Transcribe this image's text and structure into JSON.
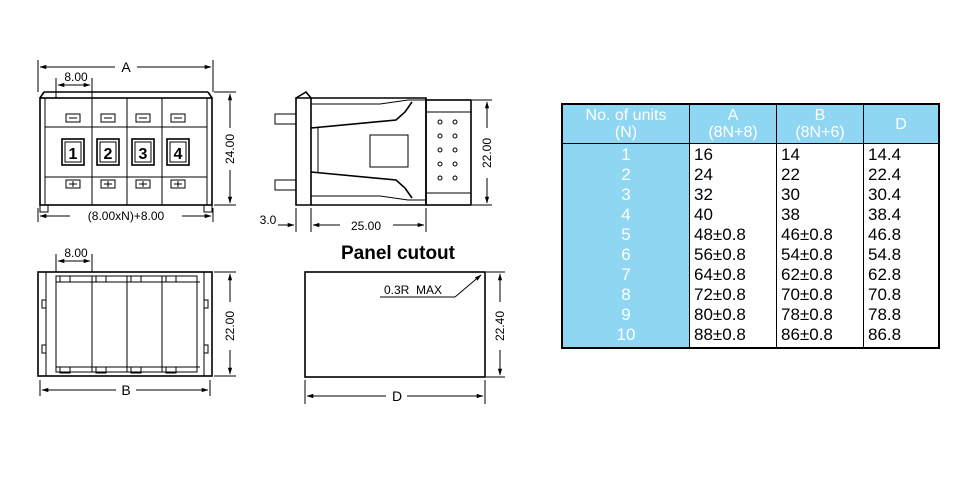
{
  "drawing": {
    "front": {
      "dim_a": "A",
      "dim_pitch": "8.00",
      "dim_height": "24.00",
      "dim_formula": "(8.00xN)+8.00",
      "digits": [
        "1",
        "2",
        "3",
        "4"
      ]
    },
    "side": {
      "dim_height": "22.00",
      "dim_offset": "3.0",
      "dim_depth": "25.00"
    },
    "bottom": {
      "dim_pitch": "8.00",
      "dim_height": "22.00",
      "dim_b": "B"
    },
    "cutout": {
      "title": "Panel cutout",
      "radius": "0.3R  MAX",
      "dim_height": "22.40",
      "dim_d": "D"
    }
  },
  "table": {
    "headers": [
      {
        "line1": "No. of units",
        "line2": "(N)"
      },
      {
        "line1": "A",
        "line2": "(8N+8)"
      },
      {
        "line1": "B",
        "line2": "(8N+6)"
      },
      {
        "line1": "D",
        "line2": ""
      }
    ],
    "rows": [
      {
        "n": "1",
        "a": "16",
        "b": "14",
        "d": "14.4"
      },
      {
        "n": "2",
        "a": "24",
        "b": "22",
        "d": "22.4"
      },
      {
        "n": "3",
        "a": "32",
        "b": "30",
        "d": "30.4"
      },
      {
        "n": "4",
        "a": "40",
        "b": "38",
        "d": "38.4"
      },
      {
        "n": "5",
        "a": "48±0.8",
        "b": "46±0.8",
        "d": "46.8"
      },
      {
        "n": "6",
        "a": "56±0.8",
        "b": "54±0.8",
        "d": "54.8"
      },
      {
        "n": "7",
        "a": "64±0.8",
        "b": "62±0.8",
        "d": "62.8"
      },
      {
        "n": "8",
        "a": "72±0.8",
        "b": "70±0.8",
        "d": "70.8"
      },
      {
        "n": "9",
        "a": "80±0.8",
        "b": "78±0.8",
        "d": "78.8"
      },
      {
        "n": "10",
        "a": "88±0.8",
        "b": "86±0.8",
        "d": "86.8"
      }
    ]
  }
}
